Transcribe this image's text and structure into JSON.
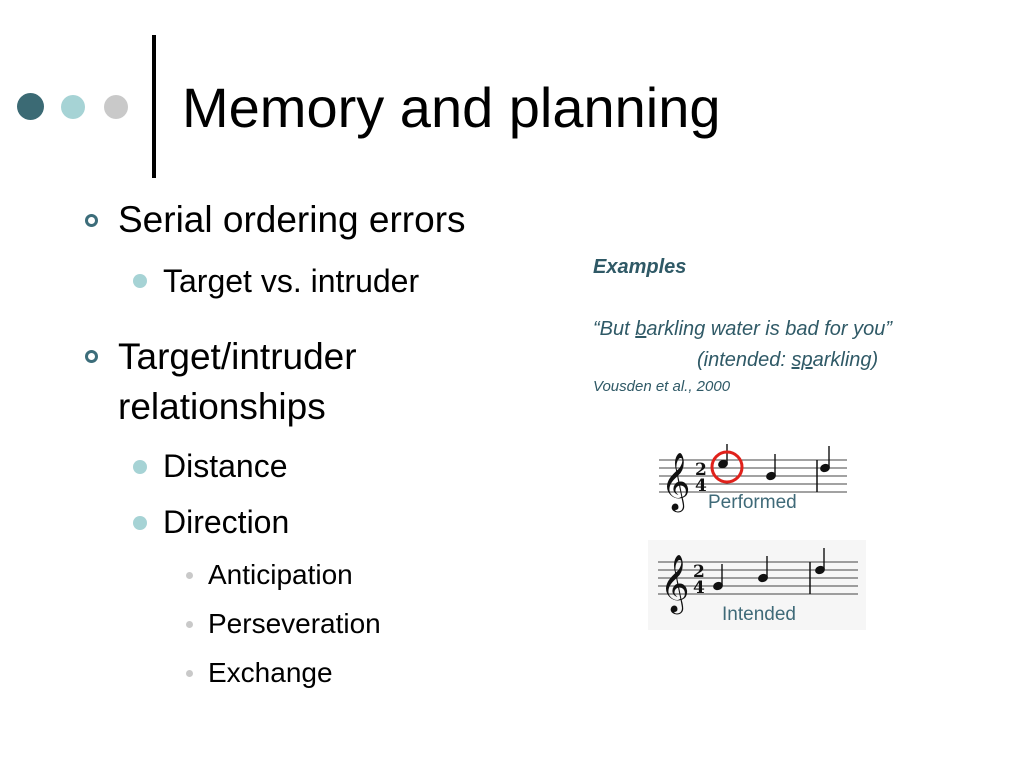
{
  "slide": {
    "title": "Memory and planning",
    "bullets": [
      {
        "text": "Serial ordering errors",
        "sub": [
          {
            "text": "Target vs. intruder"
          }
        ]
      },
      {
        "text_line1": "Target/intruder",
        "text_line2": "relationships",
        "sub": [
          {
            "text": "Distance"
          },
          {
            "text": "Direction",
            "sub": [
              {
                "text": "Anticipation"
              },
              {
                "text": "Perseveration"
              },
              {
                "text": "Exchange"
              }
            ]
          }
        ]
      }
    ]
  },
  "examples": {
    "heading": "Examples",
    "quote_open": "“But ",
    "quote_underlined": "b",
    "quote_rest": "arkling water is bad for you”",
    "intended_open": "(intended: ",
    "intended_underlined": "sp",
    "intended_rest": "arkling)",
    "citation": "Vousden et al., 2000"
  },
  "notation": {
    "performed_label": "Performed",
    "intended_label": "Intended",
    "time_signature_top": "2",
    "time_signature_bottom": "4",
    "highlight_color": "#e0211b"
  },
  "colors": {
    "dot_dark": "#3b6a74",
    "dot_mid": "#a6d3d5",
    "dot_light": "#c9c9c9",
    "accent_text": "#2f5966"
  }
}
